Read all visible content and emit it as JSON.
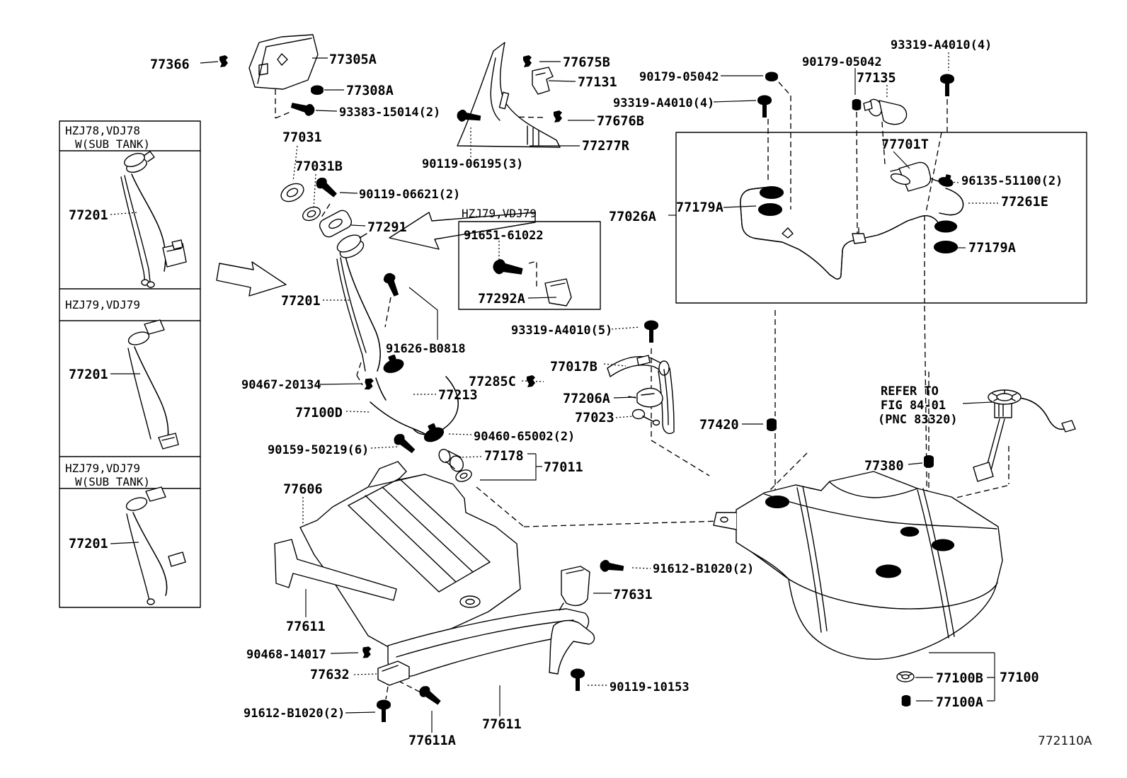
{
  "diagram_code": "772110A",
  "page": {
    "background": "#ffffff",
    "ink": "#000000"
  },
  "variant_boxes": [
    {
      "title1": "HZJ78,VDJ78",
      "title2": "W(SUB TANK)",
      "part": "77201"
    },
    {
      "title1": "HZJ79,VDJ79",
      "title2": "",
      "part": "77201"
    },
    {
      "title1": "HZJ79,VDJ79",
      "title2": "W(SUB TANK)",
      "part": "77201"
    }
  ],
  "inset_box": {
    "title": "HZJ79,VDJ79",
    "part_top": "91651-61022",
    "part_bottom": "77292A"
  },
  "note": {
    "line1": "REFER TO",
    "line2": "FIG 84-01",
    "line3": "(PNC 83320)"
  },
  "labels": {
    "p77366": "77366",
    "p77305A": "77305A",
    "p77308A": "77308A",
    "p93383": "93383-15014(2)",
    "p77031": "77031",
    "p77031B": "77031B",
    "p90119_06621": "90119-06621(2)",
    "p77291": "77291",
    "p77675B": "77675B",
    "p77131": "77131",
    "p90179_a": "90179-05042",
    "p93319_4_a": "93319-A4010(4)",
    "p77676B": "77676B",
    "p77277R": "77277R",
    "p90119_06195": "90119-06195(3)",
    "p90179_b": "90179-05042",
    "p77135": "77135",
    "p93319_4_b": "93319-A4010(4)",
    "p77701T": "77701T",
    "p96135": "96135-51100(2)",
    "p77261E": "77261E",
    "p77026A": "77026A",
    "p77179A_a": "77179A",
    "p77179A_b": "77179A",
    "p77201": "77201",
    "p91626": "91626-B0818",
    "p90467": "90467-20134",
    "p77213": "77213",
    "p77100D": "77100D",
    "p90460": "90460-65002(2)",
    "p90159": "90159-50219(6)",
    "p77178": "77178",
    "p77011": "77011",
    "p93319_5": "93319-A4010(5)",
    "p77017B": "77017B",
    "p77285C": "77285C",
    "p77206A": "77206A",
    "p77023": "77023",
    "p77420": "77420",
    "p77606": "77606",
    "p77611_a": "77611",
    "p90468": "90468-14017",
    "p77632": "77632",
    "p91612_a": "91612-B1020(2)",
    "p77611A": "77611A",
    "p77611_b": "77611",
    "p91612_b": "91612-B1020(2)",
    "p77631": "77631",
    "p90119_10153": "90119-10153",
    "p77380": "77380",
    "p77100B": "77100B",
    "p77100": "77100",
    "p77100A": "77100A"
  }
}
